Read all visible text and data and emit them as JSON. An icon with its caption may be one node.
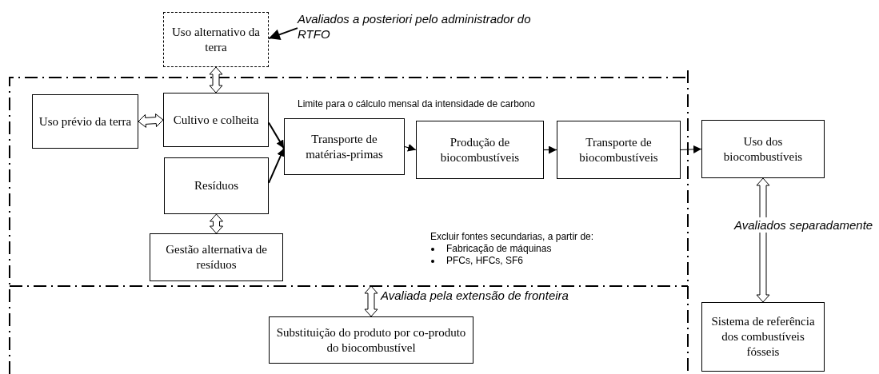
{
  "diagram": {
    "nodes": [
      {
        "text": [
          "Uso alternativo da terra"
        ]
      },
      {
        "text": [
          "Avaliados a posteriori pelo administrador do RTFO"
        ]
      },
      {
        "text": [
          "Uso prévio da terra"
        ]
      },
      {
        "text": [
          "Cultivo e colheita"
        ]
      },
      {
        "text": [
          "Resíduos"
        ]
      },
      {
        "text": [
          "Gestão alternativa de resíduos"
        ]
      },
      {
        "text": [
          "Transporte de matérias-primas"
        ]
      },
      {
        "text": [
          "Produção de biocombustíveis"
        ]
      },
      {
        "text": [
          "Transporte de biocombustíveis"
        ]
      },
      {
        "text": [
          "Uso dos biocombustíveis"
        ]
      },
      {
        "text": [
          "Substituição do produto por co-produto do biocombustível"
        ]
      },
      {
        "text": [
          "Sistema de referência dos combustíveis fósseis"
        ]
      }
    ],
    "edges": [
      {
        "from": 1,
        "to": 0,
        "arrow": "to"
      },
      {
        "from": 0,
        "to": 3,
        "arrow": "both",
        "style": "thick"
      },
      {
        "from": 2,
        "to": 3,
        "arrow": "both",
        "style": "thick"
      },
      {
        "from": 3,
        "to": 6,
        "arrow": "to"
      },
      {
        "from": 4,
        "to": 6,
        "arrow": "to"
      },
      {
        "from": 4,
        "to": 5,
        "arrow": "both",
        "style": "thick"
      },
      {
        "from": 6,
        "to": 7,
        "arrow": "to"
      },
      {
        "from": 7,
        "to": 8,
        "arrow": "to"
      },
      {
        "from": 8,
        "to": 9,
        "arrow": "to"
      },
      {
        "from": 9,
        "to": 11,
        "arrow": "both",
        "style": "thick",
        "label": "Avaliados separadamente"
      },
      {
        "from": null,
        "to": 10,
        "arrow": "both",
        "style": "thick",
        "label": "Avaliada pela extensão de fronteira"
      }
    ],
    "labels": [
      "Limite para o cálculo mensal da intensidade de carbono",
      "Excluir fontes secundarias, a partir de:",
      "Fabricação de máquinas",
      "PFCs, HFCs, SF6"
    ]
  }
}
